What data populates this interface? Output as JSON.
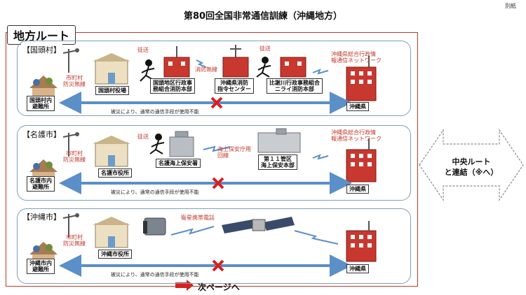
{
  "header": {
    "title": "第80回全国非常通信訓練（沖縄地方）",
    "betsushi": "別紙"
  },
  "route_label": "地方ルート",
  "panels": [
    {
      "region": "【国頭村】",
      "radio_label": "市町村\n防災無線",
      "village_office": "国頭村役場",
      "evac": "国頭村内\n避難所",
      "delivery1": "徒送",
      "fire_office": "国頭地区行政事\n務組合消防本部",
      "fire_radio": "消防無線",
      "center": "沖縄県消防\n指令センター",
      "delivery2": "徒送",
      "nirai": "比謝川行政事務組合\nニライ消防本部",
      "pref_network": "沖縄県総合行政情\n報通信ネットワーク",
      "pref": "沖縄県",
      "disaster_note": "被災により、通常の通信手段が使用不能"
    },
    {
      "region": "【名護市】",
      "radio_label": "市町村\n防災無線",
      "office": "名護市役所",
      "evac": "名護市内\n避難所",
      "delivery": "徒送",
      "coast_guard": "名護海上保安署",
      "cg_radio": "海上保安庁用\n回線",
      "hq": "第１１管区\n海上保安本部",
      "pref_network": "沖縄県総合行政情\n報通信ネットワーク",
      "pref": "沖縄県",
      "disaster_note": "被災により、通常の通信手段が使用不能"
    },
    {
      "region": "【沖縄市】",
      "radio_label": "市町村\n防災無線",
      "office": "沖縄市役所",
      "evac": "沖縄市内\n避難所",
      "satellite": "衛星携帯電話",
      "pref": "沖縄県",
      "disaster_note": "被災により、通常の通信手段が使用不能"
    }
  ],
  "central": {
    "text": "中央ルート\nと連結（※へ）"
  },
  "footer": {
    "next": "次ページへ"
  },
  "colors": {
    "frame": "#c0392b",
    "panel_border": "#7f9fb7",
    "arrow": "#5b8fc7",
    "cross": "#d62020"
  }
}
